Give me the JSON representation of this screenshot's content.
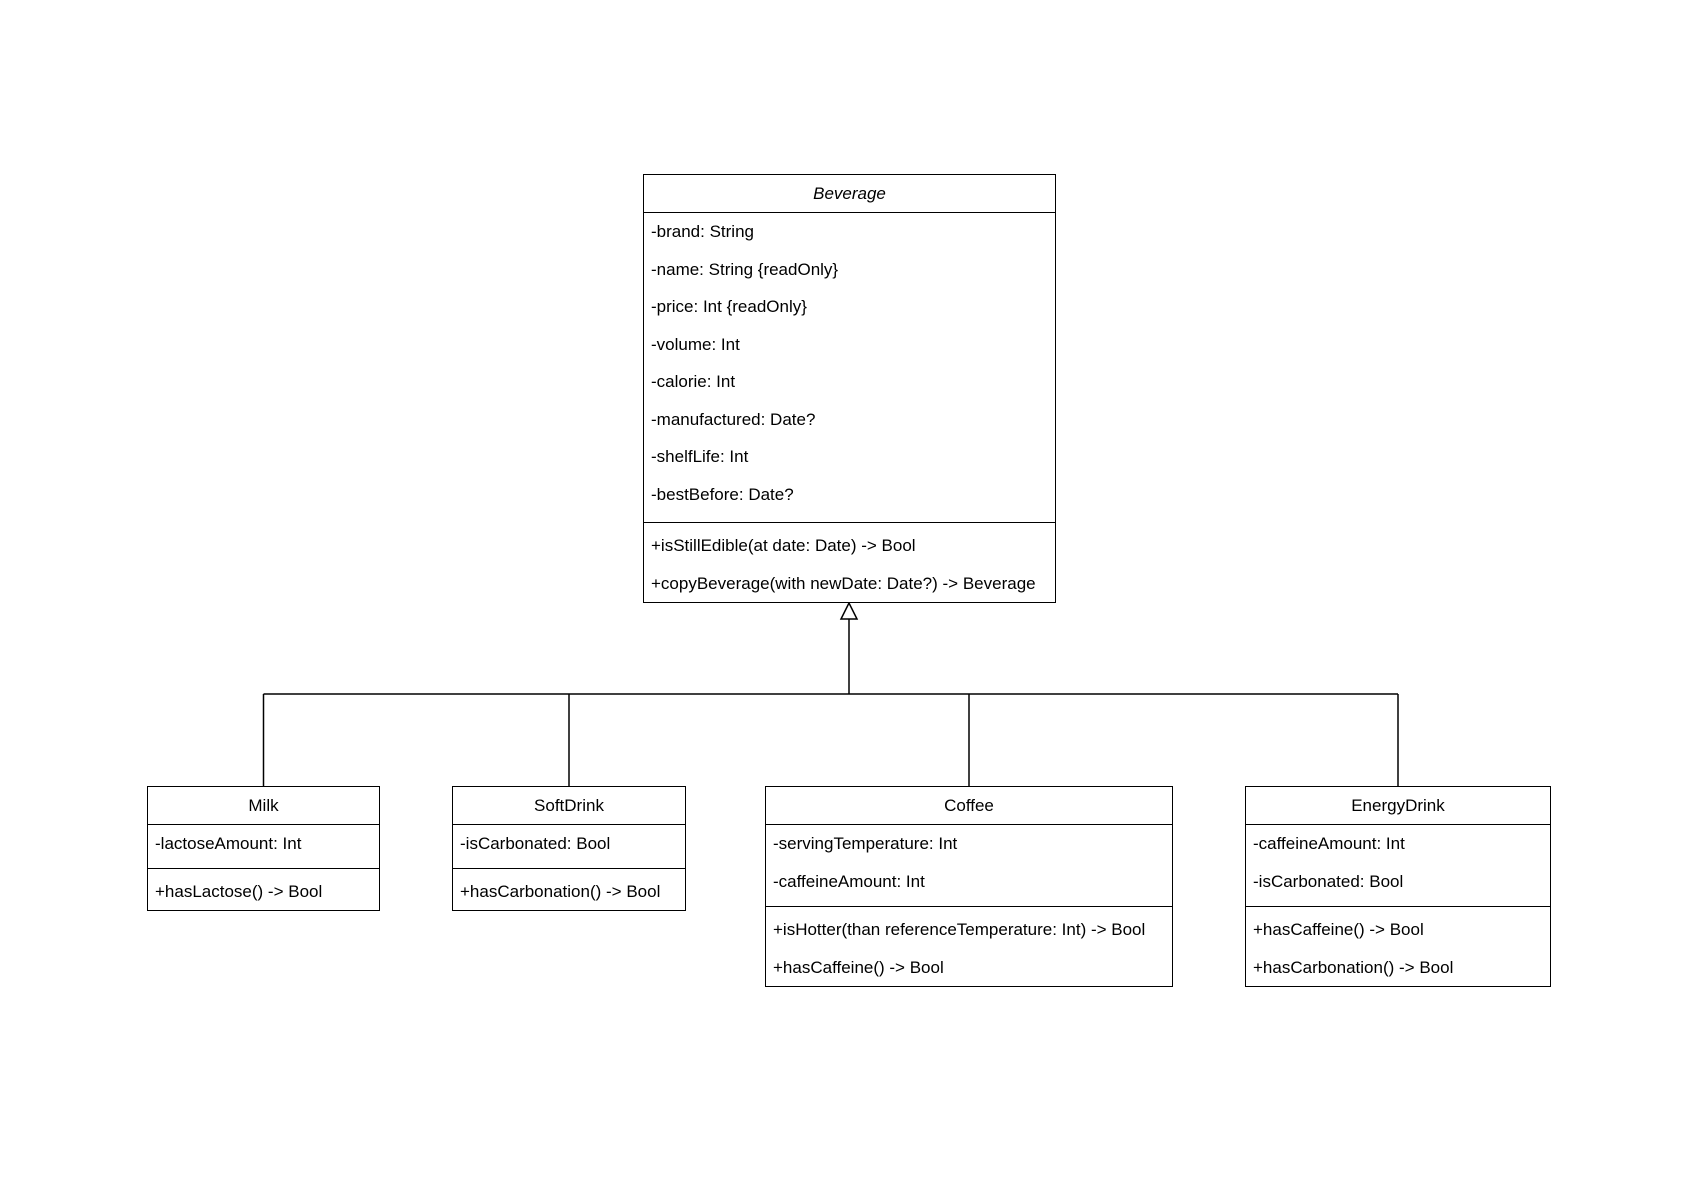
{
  "classes": [
    {
      "id": "beverage",
      "name": "Beverage",
      "abstract": true,
      "attributes": [
        "-brand: String",
        "-name: String {readOnly}",
        "-price: Int {readOnly}",
        "-volume: Int",
        "-calorie: Int",
        "-manufactured: Date?",
        "-shelfLife: Int",
        "-bestBefore: Date?"
      ],
      "methods": [
        "+isStillEdible(at date: Date) -> Bool",
        "+copyBeverage(with newDate: Date?) -> Beverage"
      ]
    },
    {
      "id": "milk",
      "name": "Milk",
      "abstract": false,
      "attributes": [
        "-lactoseAmount: Int"
      ],
      "methods": [
        "+hasLactose() -> Bool"
      ]
    },
    {
      "id": "softdrink",
      "name": "SoftDrink",
      "abstract": false,
      "attributes": [
        "-isCarbonated: Bool"
      ],
      "methods": [
        "+hasCarbonation() -> Bool"
      ]
    },
    {
      "id": "coffee",
      "name": "Coffee",
      "abstract": false,
      "attributes": [
        "-servingTemperature: Int",
        "-caffeineAmount: Int"
      ],
      "methods": [
        "+isHotter(than referenceTemperature: Int) -> Bool",
        "+hasCaffeine() -> Bool"
      ]
    },
    {
      "id": "energydrink",
      "name": "EnergyDrink",
      "abstract": false,
      "attributes": [
        "-caffeineAmount: Int",
        "-isCarbonated: Bool"
      ],
      "methods": [
        "+hasCaffeine() -> Bool",
        "+hasCarbonation() -> Bool"
      ]
    }
  ],
  "relationships": [
    {
      "type": "generalization",
      "from": "milk",
      "to": "beverage"
    },
    {
      "type": "generalization",
      "from": "softdrink",
      "to": "beverage"
    },
    {
      "type": "generalization",
      "from": "coffee",
      "to": "beverage"
    },
    {
      "type": "generalization",
      "from": "energydrink",
      "to": "beverage"
    }
  ],
  "colors": {
    "line": "#000000",
    "box_fill": "#ffffff",
    "background": "#ffffff"
  }
}
